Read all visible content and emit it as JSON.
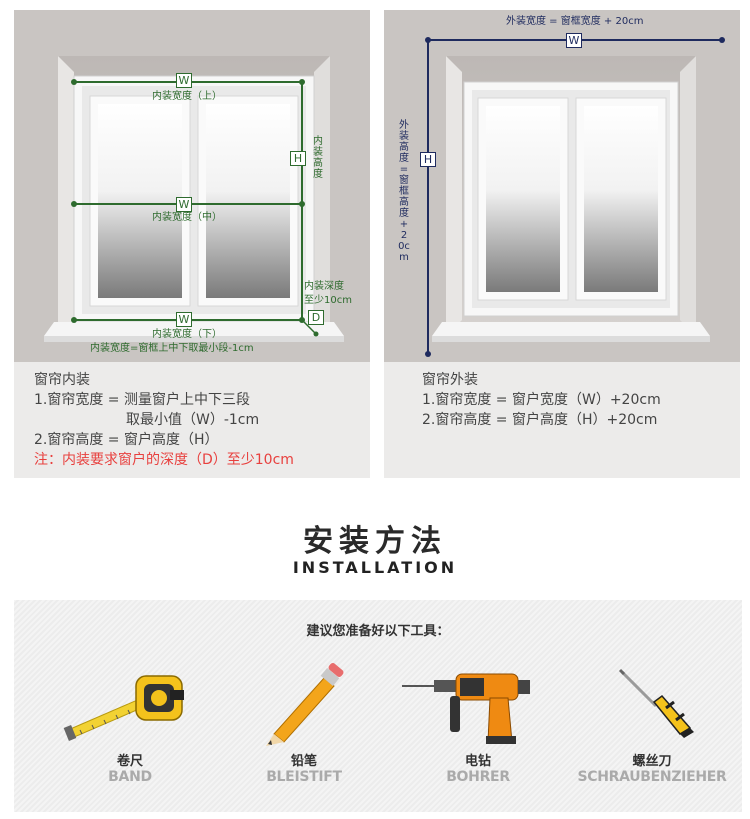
{
  "inner": {
    "w_top_box": "W",
    "w_top_label": "内装宽度（上）",
    "w_mid_box": "W",
    "w_mid_label": "内装宽度（中）",
    "w_bot_box": "W",
    "w_bot_label": "内装宽度（下）",
    "h_box": "H",
    "h_label": "内装高度",
    "depth_label_1": "内装深度",
    "depth_label_2": "至少10cm",
    "d_box": "D",
    "bottom_note": "内装宽度=窗框上中下取最小段-1cm",
    "notes": {
      "title": "窗帘内装",
      "line1": "1.窗帘宽度 = 测量窗户上中下三段",
      "line2": "取最小值（W）-1cm",
      "line3": "2.窗帘高度 = 窗户高度（H）",
      "warning": "注：内装要求窗户的深度（D）至少10cm"
    }
  },
  "outer": {
    "top_label": "外装宽度 = 窗框宽度 + 20cm",
    "w_box": "W",
    "h_box": "H",
    "side_label": "外装高度=窗框高度+20cm",
    "notes": {
      "title": "窗帘外装",
      "line1": "1.窗帘宽度 = 窗户宽度（W）+20cm",
      "line2": "2.窗帘高度 = 窗户高度（H）+20cm"
    }
  },
  "section": {
    "title_zh": "安装方法",
    "title_en": "INSTALLATION"
  },
  "tools": {
    "heading": "建议您准备好以下工具：",
    "items": [
      {
        "zh": "卷尺",
        "en": "BAND",
        "icon": "tape-measure-icon"
      },
      {
        "zh": "铅笔",
        "en": "BLEISTIFT",
        "icon": "pencil-icon"
      },
      {
        "zh": "电钻",
        "en": "BOHRER",
        "icon": "drill-icon"
      },
      {
        "zh": "螺丝刀",
        "en": "SCHRAUBENZIEHER",
        "icon": "screwdriver-icon"
      }
    ]
  },
  "colors": {
    "inner_accent": "#2e6b2e",
    "outer_accent": "#1e2a5e",
    "warning": "#e8403e"
  }
}
